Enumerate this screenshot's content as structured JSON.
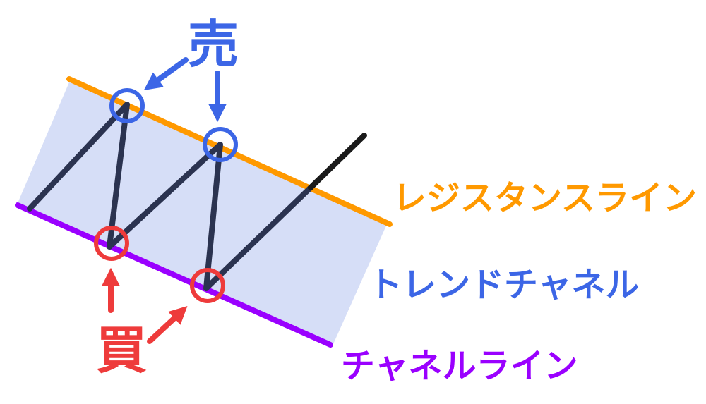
{
  "labels": {
    "sell": "売",
    "buy": "買",
    "resistance_line": "レジスタンスライン",
    "trend_channel": "トレンドチャネル",
    "channel_line": "チャネルライン"
  },
  "colors": {
    "channel_fill": "#d6def7",
    "resistance": "#ff9900",
    "channel_line": "#9a00ff",
    "price_path": "#2b3350",
    "breakout": "#1a1a1a",
    "sell": "#3c66e6",
    "buy": "#ee3b3b"
  }
}
